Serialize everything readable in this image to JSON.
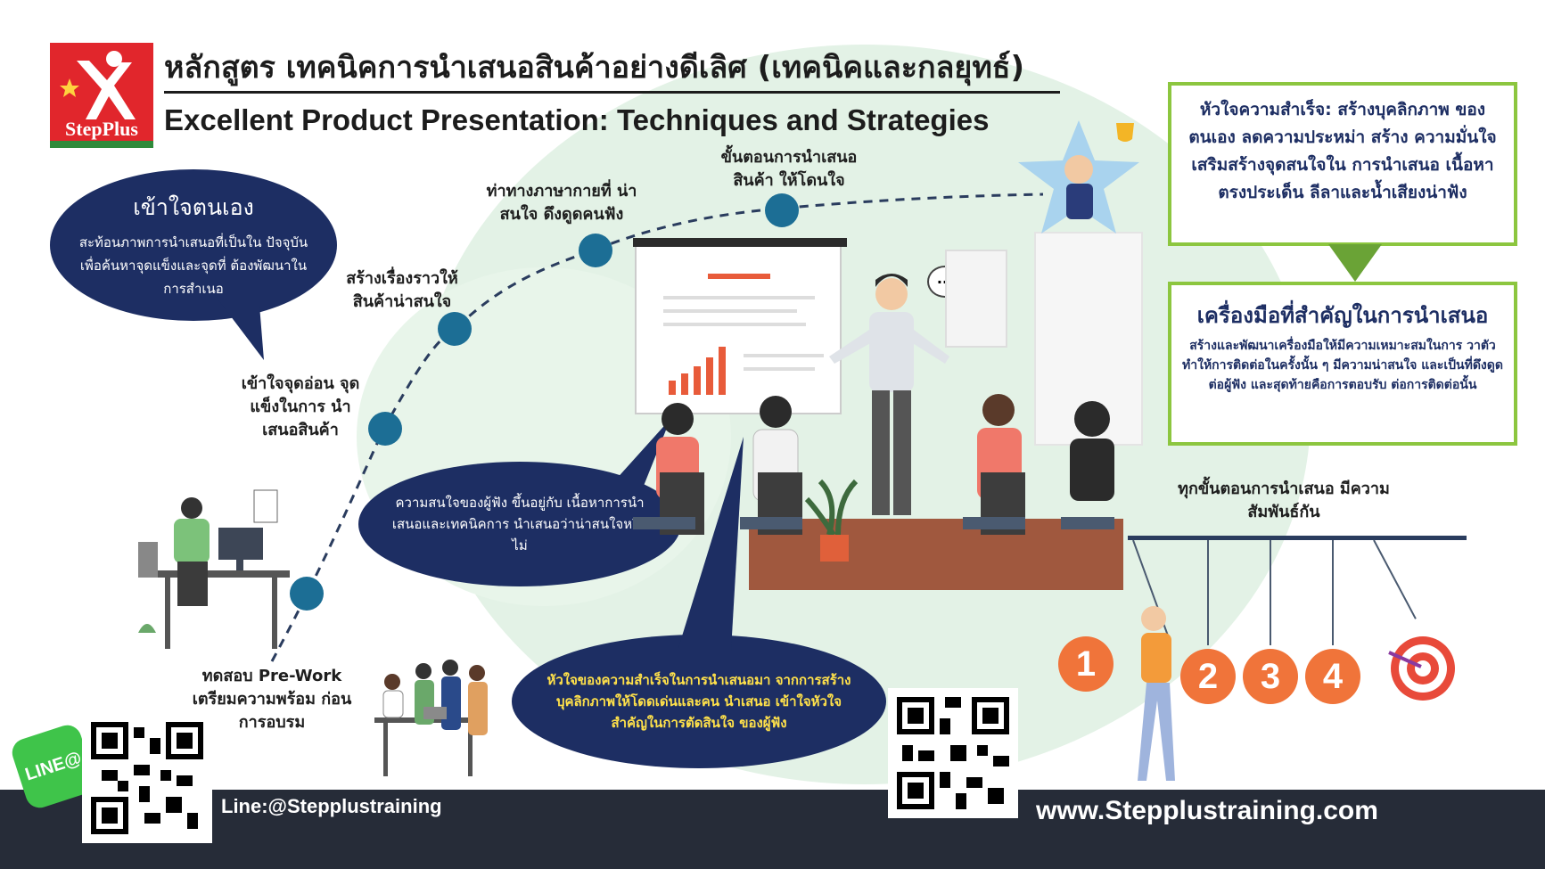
{
  "brand": {
    "logo_text": "StepPlus",
    "accent_red": "#e1262c",
    "navy": "#1d2e63",
    "green": "#8cc63f",
    "orange": "#f0743a"
  },
  "header": {
    "title_th": "หลักสูตร เทคนิคการนำเสนอสินค้าอย่างดีเลิศ (เทคนิคและกลยุทธ์)",
    "title_en": "Excellent Product Presentation: Techniques and Strategies"
  },
  "steps": [
    {
      "label": "ทดสอบ Pre-Work เตรียมความพร้อม ก่อนการอบรม"
    },
    {
      "label": "เข้าใจจุดอ่อน จุดแข็งในการ นำเสนอสินค้า"
    },
    {
      "label": "สร้างเรื่องราวให้ สินค้าน่าสนใจ"
    },
    {
      "label": "ท่าทางภาษากายที่ น่าสนใจ ดึงดูดคนฟัง"
    },
    {
      "label": "ขั้นตอนการนำเสนอ สินค้า ให้โดนใจ"
    }
  ],
  "bubbles": {
    "self_title": "เข้าใจตนเอง",
    "self_text": "สะท้อนภาพการนำเสนอที่เป็นใน ปัจจุบัน เพื่อค้นหาจุดแข็งและจุดที่ ต้องพัฒนาในการสำเนอ",
    "interest_text": "ความสนใจของผู้ฟัง ขึ้นอยู่กับ เนื้อหาการนำเสนอและเทคนิคการ นำเสนอว่าน่าสนใจหรือไม่",
    "heart_text": "หัวใจของความสำเร็จในการนำเสนอมา จากการสร้างบุคลิกภาพให้โดดเด่นและคน นำเสนอ เข้าใจหัวใจสำคัญในการตัดสินใจ ของผู้ฟัง"
  },
  "success_box": {
    "text": "หัวใจความสำเร็จ: สร้างบุคลิกภาพ ของตนเอง ลดความประหม่า สร้าง ความมั่นใจ เสริมสร้างจุดสนใจใน การนำเสนอ เนื้อหาตรงประเด็น ลีลาและน้ำเสียงน่าฟัง"
  },
  "tools_box": {
    "title": "เครื่องมือที่สำคัญในการนำเสนอ",
    "text": "สร้างและพัฒนาเครื่องมือให้มีความเหมาะสมในการ วาตัว ทำให้การติดต่อในครั้งนั้น ๆ มีความน่าสนใจ และเป็นที่ดึงดูดต่อผู้ฟัง และสุดท้ายคือการตอบรับ ต่อการติดต่อนั้น"
  },
  "relation_text": "ทุกขั้นตอนการนำเสนอ มีความสัมพันธ์กัน",
  "balls": [
    "1",
    "2",
    "3",
    "4"
  ],
  "board": {
    "speech_dots": "...",
    "question_mark": "?"
  },
  "footer": {
    "line_badge": "LINE@",
    "line_id": "Line:@Stepplustraining",
    "website": "www.Stepplustraining.com"
  }
}
